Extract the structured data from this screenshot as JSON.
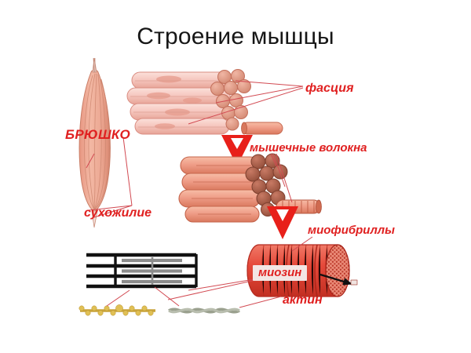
{
  "page": {
    "title": "Строение мышцы",
    "language": "ru",
    "background_color": "#ffffff",
    "title_color": "#161616",
    "label_color": "#e02020"
  },
  "labels": {
    "fascia": "фасция",
    "muscle_fibers": "мышечные волокна",
    "belly": "БРЮШКО",
    "tendon": "сухожилие",
    "myofibrils": "миофибриллы",
    "myosin": "миозин",
    "actin": "актин"
  },
  "diagram": {
    "type": "anatomical-illustration",
    "subject": "skeletal muscle structure hierarchy",
    "levels": [
      {
        "name": "muscle-belly",
        "label": "БРЮШКО"
      },
      {
        "name": "tendon",
        "label": "сухожилие"
      },
      {
        "name": "muscle-bundle-fascia",
        "label": "фасция"
      },
      {
        "name": "muscle-fiber-bundle",
        "label": "мышечные волокна"
      },
      {
        "name": "myofibril",
        "label": "миофибриллы"
      },
      {
        "name": "myosin-filament",
        "label": "миозин"
      },
      {
        "name": "actin-filament",
        "label": "актин"
      }
    ],
    "colors": {
      "pale_fiber": "#f6c8c0",
      "pale_fiber_edge": "#d98d82",
      "mid_fiber": "#ef9d88",
      "mid_fiber_edge": "#c5664d",
      "dark_granule": "#a85742",
      "myofibril_red": "#e5493a",
      "myofibril_edge": "#b52b20",
      "belly_pink": "#f0a894",
      "arrow_red": "#e8201a",
      "leader_red": "#d24a52",
      "sarcomere_black": "#111111",
      "sarcomere_gray": "#8c8c8c",
      "myosin_strand_gold": "#d9b341",
      "actin_strand_gray": "#9aa08e"
    },
    "arrows": [
      {
        "name": "arrow-bundle-to-fibers",
        "direction": "down"
      },
      {
        "name": "arrow-fibers-to-myofibril",
        "direction": "down"
      }
    ]
  }
}
